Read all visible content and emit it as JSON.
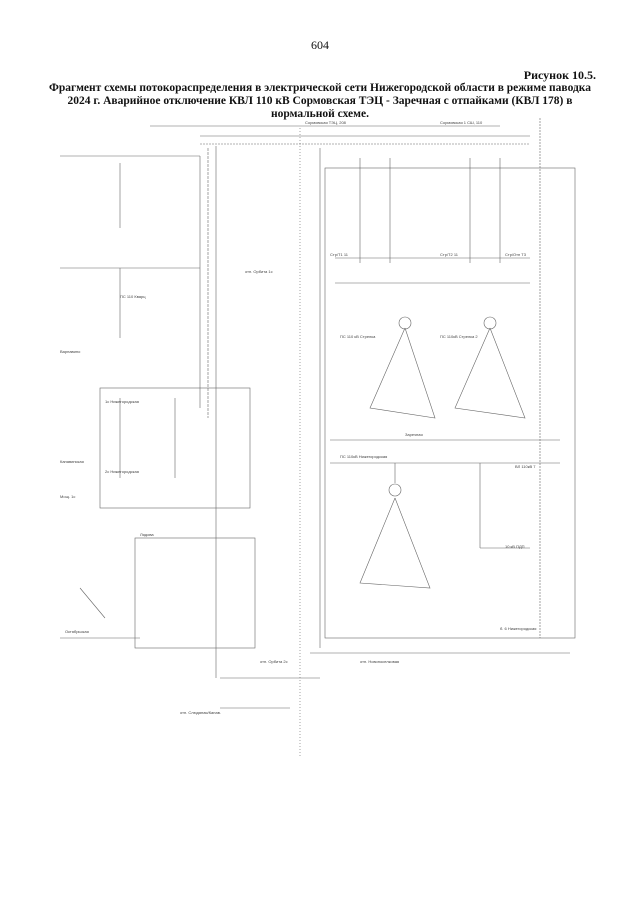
{
  "page_number": "604",
  "figure_label": "Рисунок 10.5.",
  "figure_title": "Фрагмент схемы потокораспределения в электрической сети Нижегородской области в режиме паводка 2024 г. Аварийное отключение КВЛ 110 кВ Сормовская ТЭЦ - Заречная с отпайками (КВЛ 178) в нормальной схеме.",
  "diagram": {
    "labels": {
      "sormovskaya_tec": "Сормовская ТЭЦ, 208",
      "sormovskaya_sh": "Сормовская 1 СШ, 110",
      "pc_kvarc": "ПС 110 Кварц",
      "pc_strelka": "ПС 110 кВ Стрелка",
      "pc_shpp": "ПС 110кВ Стрелка 2",
      "nizhegorodskaya": "ПС 110кВ Нижегородская",
      "zarechnaya": "Заречная",
      "strelka_t1": "Стр/Т1 11",
      "strelka_t2": "Стр/Т2 11",
      "strelka_t3": "Стр/Отп Т3",
      "nizhegorodskaya_1s": "1с Нижегородская",
      "nizhegorodskaya_2s": "2с Нижегородская",
      "varnavino": "Варнавино",
      "kanavinskaya": "Канавинская",
      "lyadova": "Лядова",
      "mosh": "Мощ. 1с",
      "oktyabrskaya": "Октябрьская",
      "orbita": "отп. Орбита 1с",
      "orbita2": "отп. Орбита 2с",
      "nov_poselok": "отп. Новопоселковая",
      "sl_kanavinskaya": "отп. Слюдяная/Канав.",
      "kv_pdp": "10 кВ ПДП",
      "b6_nijegor": "б. 6 Нижегородская",
      "b7": "ВЛ 110кВ 7"
    }
  }
}
